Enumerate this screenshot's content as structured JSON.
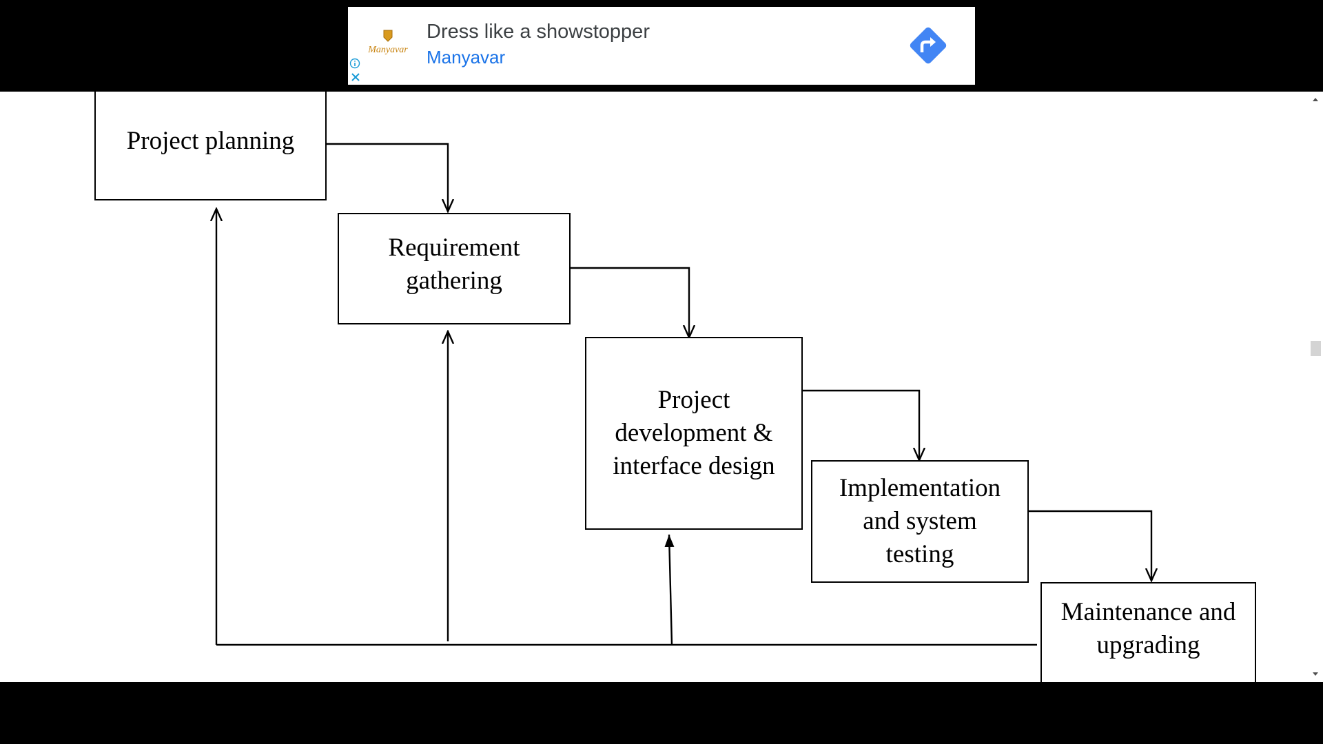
{
  "ad": {
    "brand_logo_text": "Manyavar",
    "title": "Dress like a showstopper",
    "advertiser": "Manyavar",
    "info_icon": "info-icon",
    "close_icon": "close-icon",
    "cta_icon": "directions-arrow-icon",
    "cta_color": "#4285f4",
    "advertiser_color": "#1a73e8"
  },
  "diagram": {
    "stages": [
      {
        "label": "Project planning"
      },
      {
        "label": "Requirement gathering"
      },
      {
        "label": "Project development & interface design"
      },
      {
        "label": "Implementation and system testing"
      },
      {
        "label": "Maintenance and upgrading"
      }
    ]
  },
  "scrollbar": {
    "up_icon": "scroll-up-arrow-icon",
    "down_icon": "scroll-down-arrow-icon"
  }
}
